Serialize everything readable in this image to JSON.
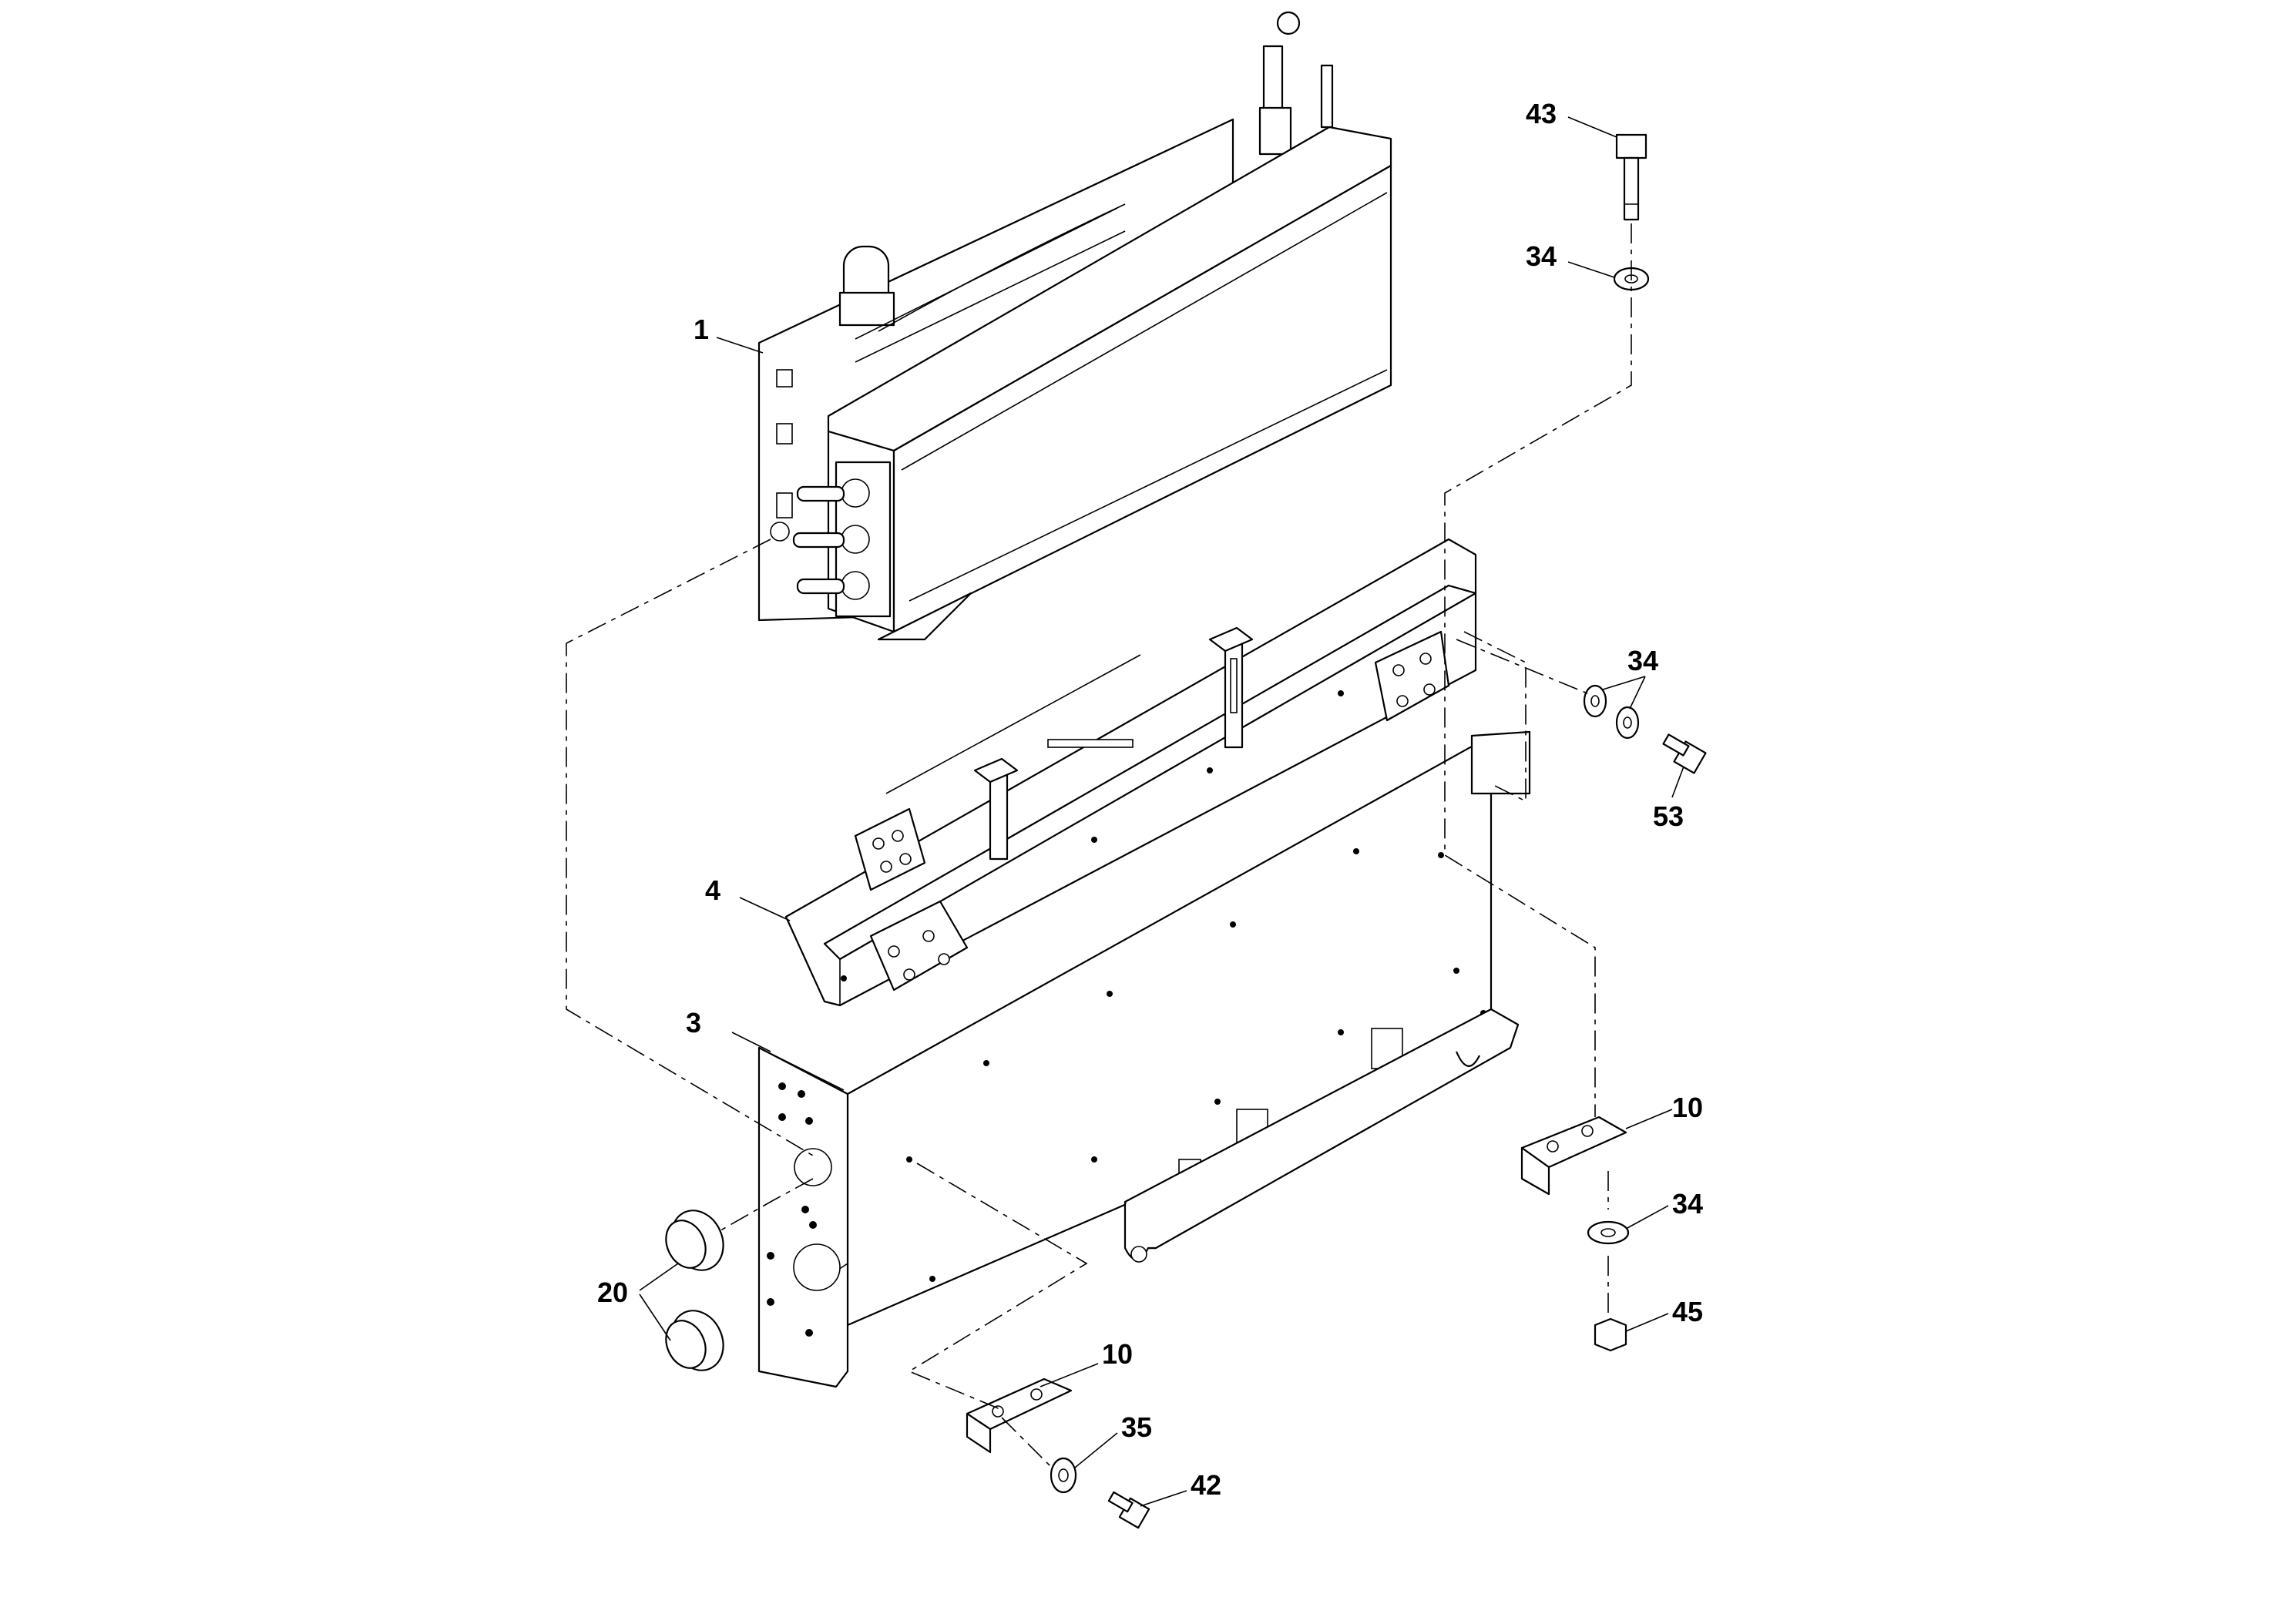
{
  "labels": {
    "p1": "1",
    "p3": "3",
    "p4": "4",
    "p10a": "10",
    "p10b": "10",
    "p20": "20",
    "p34a": "34",
    "p34b": "34",
    "p34c": "34",
    "p35": "35",
    "p42": "42",
    "p43": "43",
    "p45": "45",
    "p53": "53"
  }
}
